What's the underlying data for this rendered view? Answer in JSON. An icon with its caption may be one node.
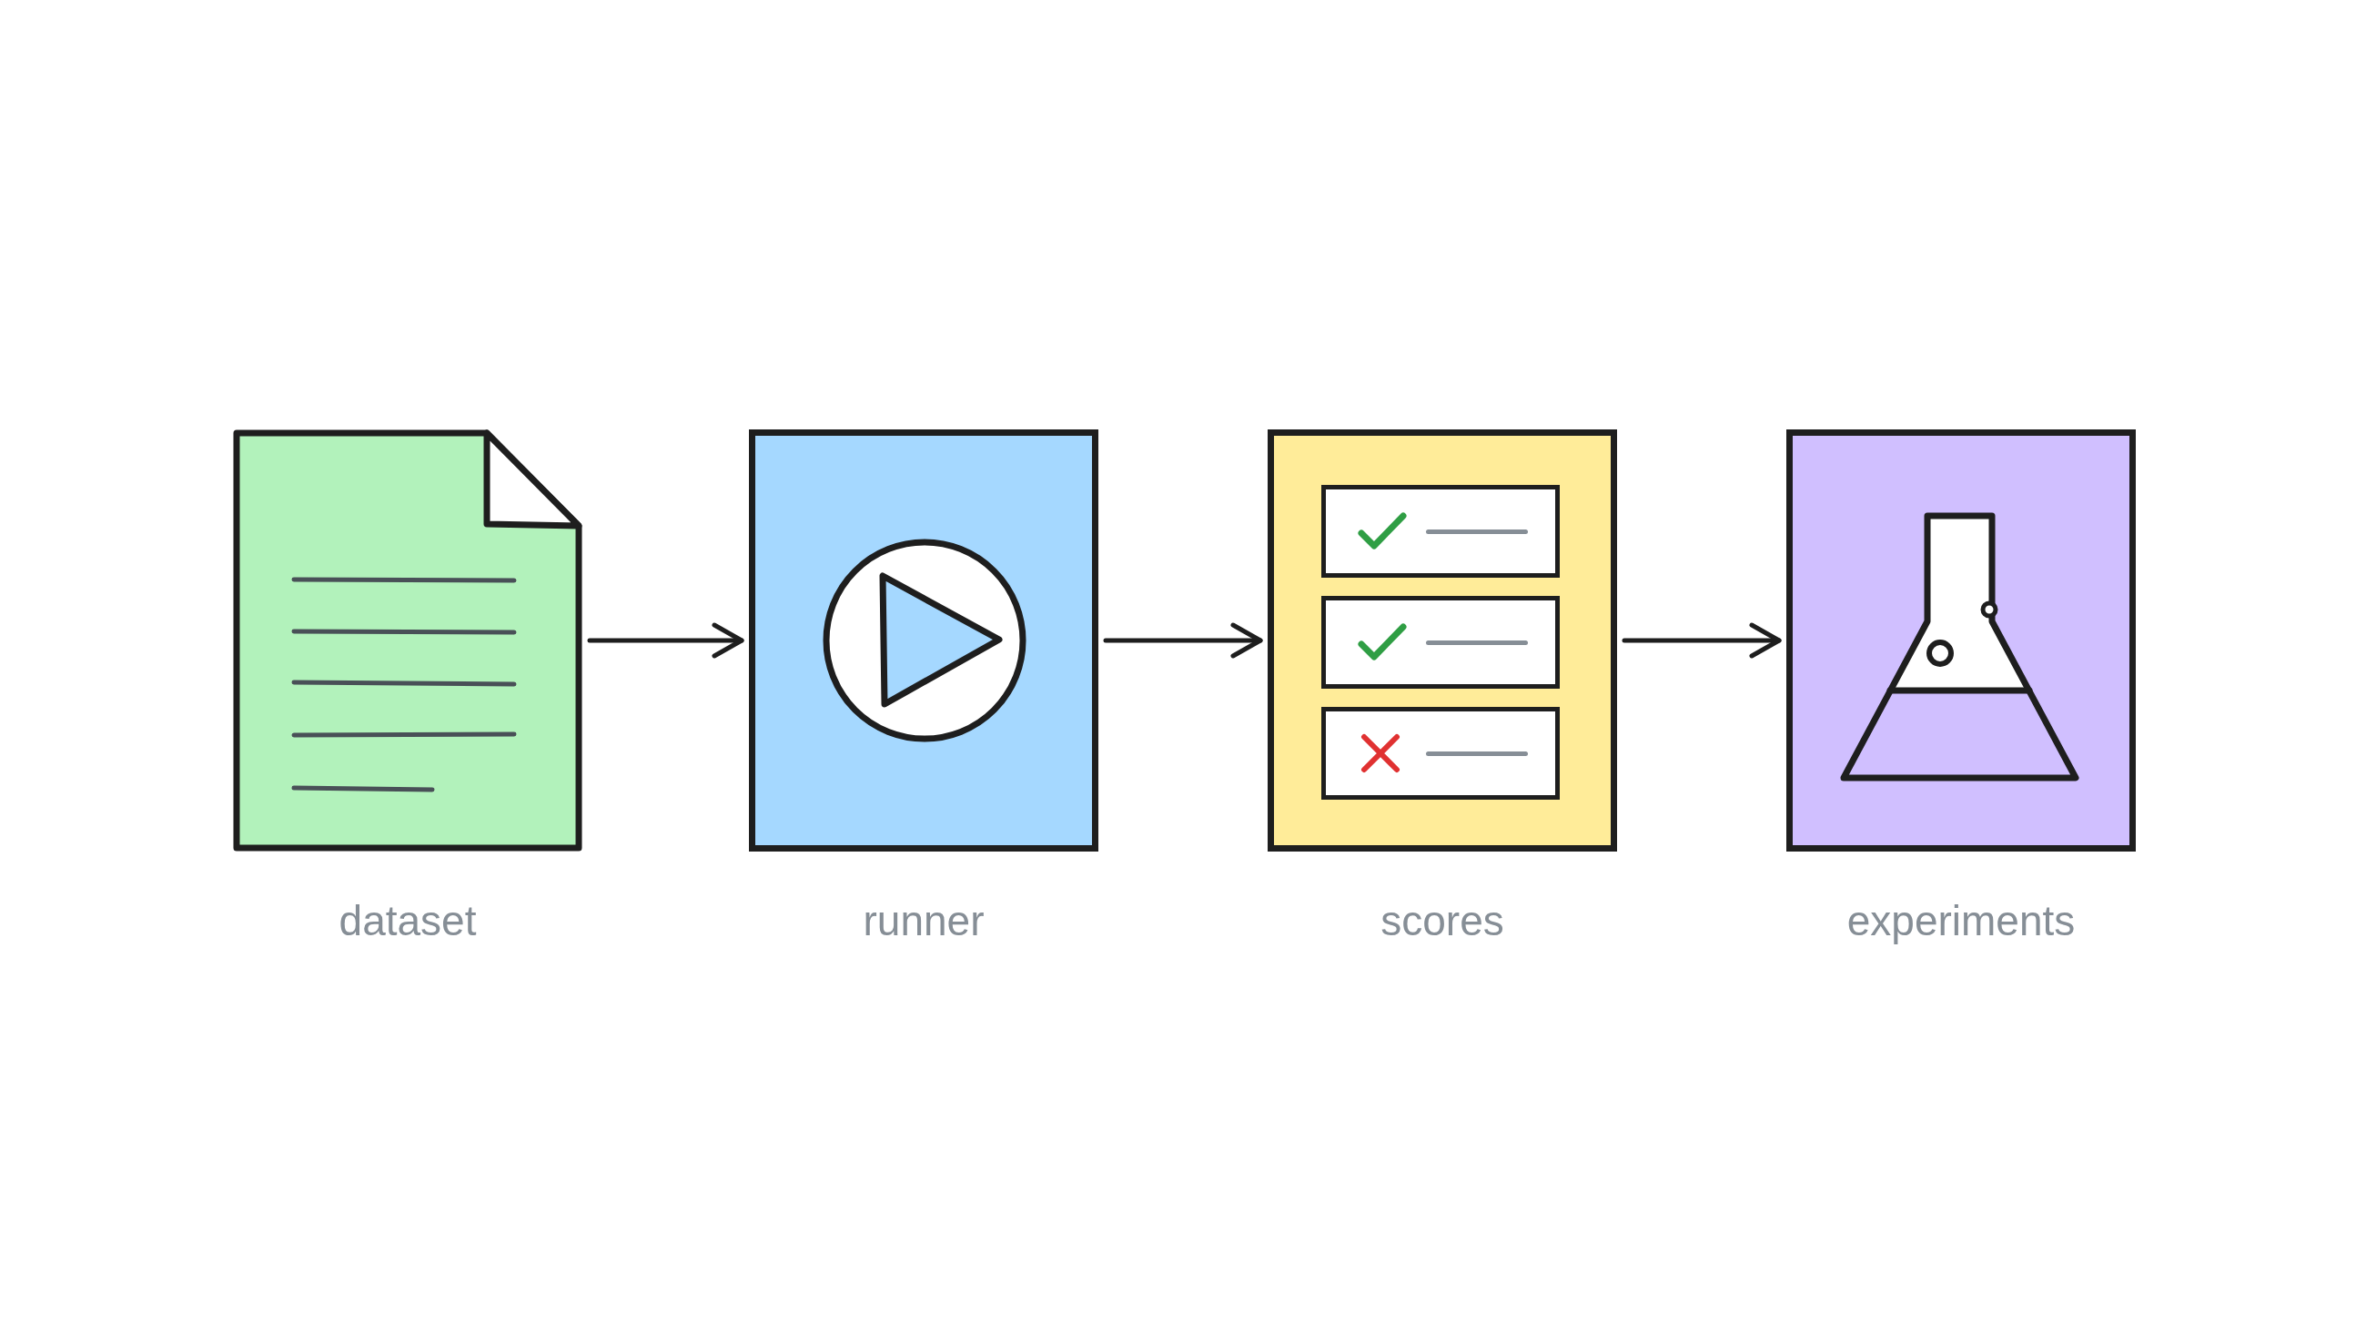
{
  "diagram": {
    "nodes": [
      {
        "text": [
          "dataset"
        ]
      },
      {
        "text": [
          "runner"
        ]
      },
      {
        "text": [
          "scores"
        ]
      },
      {
        "text": [
          "experiments"
        ]
      }
    ],
    "edges": [
      {
        "from": 0,
        "to": 1,
        "arrow": "to"
      },
      {
        "from": 1,
        "to": 2,
        "arrow": "to"
      },
      {
        "from": 2,
        "to": 3,
        "arrow": "to"
      }
    ]
  }
}
